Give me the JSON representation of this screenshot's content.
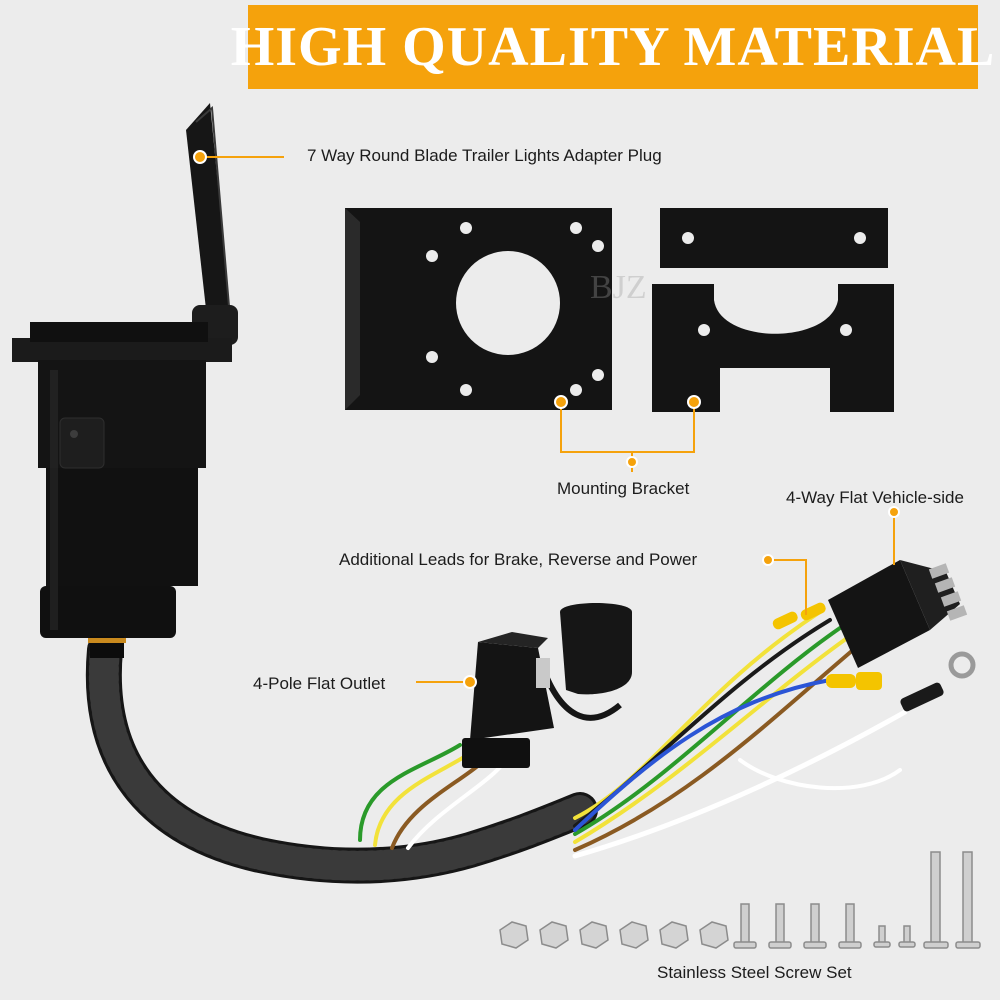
{
  "banner": {
    "title": "HIGH QUALITY MATERIAL",
    "color": "#f5a20c"
  },
  "callouts": {
    "adapter_plug": "7 Way Round Blade Trailer Lights Adapter Plug",
    "mounting_bracket": "Mounting Bracket",
    "vehicle_side": "4-Way Flat Vehicle-side",
    "additional_leads": "Additional Leads for Brake, Reverse and Power",
    "flat_outlet": "4-Pole Flat Outlet",
    "screw_set": "Stainless Steel Screw Set"
  },
  "watermark": "BJZ",
  "colors": {
    "accent": "#f5a20c",
    "product": "#141414",
    "background": "#ececec"
  }
}
